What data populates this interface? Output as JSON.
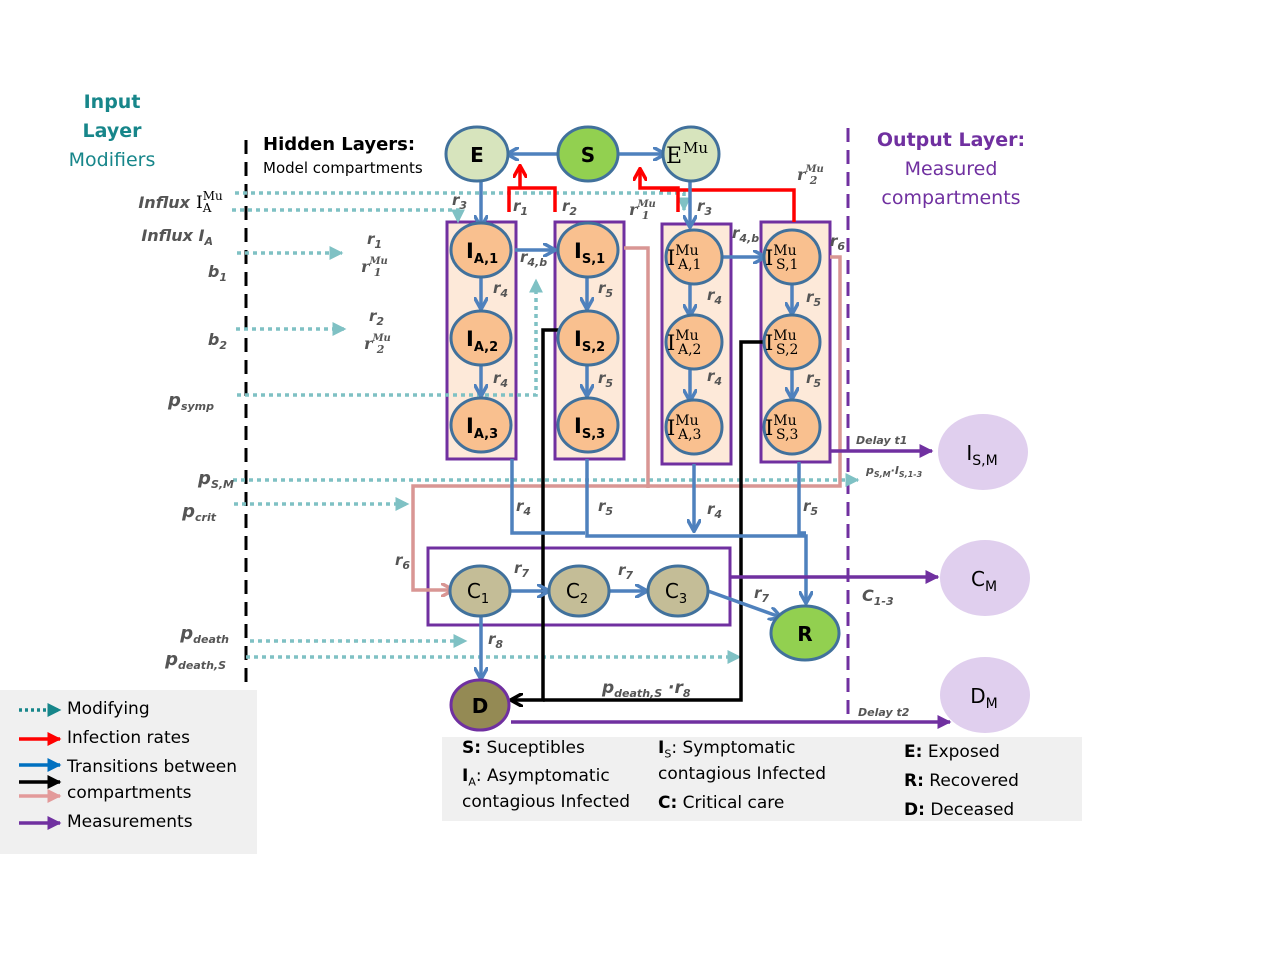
{
  "titles": {
    "input_layer_line1": "Input",
    "input_layer_line2": "Layer",
    "input_layer_line3": "Modifiers",
    "hidden_layers_bold": "Hidden Layers:",
    "hidden_layers_sub": "Model compartments",
    "output_layer_bold": "Output Layer:",
    "output_layer_line2": "Measured",
    "output_layer_line3": "compartments"
  },
  "modifiers": {
    "influx_mu": "Influx",
    "influx_mu_base": "I",
    "influx_mu_sup": "Mu",
    "influx_mu_sub": "A",
    "influx_ia": "Influx I",
    "influx_ia_sub": "A",
    "b1": "b",
    "b1_sub": "1",
    "b2": "b",
    "b2_sub": "2",
    "psymp": "p",
    "psymp_sub": "symp",
    "psm": "p",
    "psm_sub": "S,M",
    "pcrit": "p",
    "pcrit_sub": "crit",
    "pdeath": "p",
    "pdeath_sub": "death",
    "pdeaths": "p",
    "pdeaths_sub": "death,S"
  },
  "nodes": {
    "E": "E",
    "S": "S",
    "EMu": "E",
    "EMu_sup": "Mu",
    "IA1": "I",
    "IA1_sub": "A,1",
    "IA2": "I",
    "IA2_sub": "A,2",
    "IA3": "I",
    "IA3_sub": "A,3",
    "IS1": "I",
    "IS1_sub": "S,1",
    "IS2": "I",
    "IS2_sub": "S,2",
    "IS3": "I",
    "IS3_sub": "S,3",
    "IAMu1_sub": "A,1",
    "IAMu2_sub": "A,2",
    "IAMu3_sub": "A,3",
    "ISMu1_sub": "S,1",
    "ISMu2_sub": "S,2",
    "ISMu3_sub": "S,3",
    "mu_sup": "Mu",
    "I_base": "I",
    "C1": "C",
    "C1_sub": "1",
    "C2": "C",
    "C2_sub": "2",
    "C3": "C",
    "C3_sub": "3",
    "R": "R",
    "D": "D",
    "ISM": "I",
    "ISM_sub": "S,M",
    "CM": "C",
    "CM_sub": "M",
    "DM": "D",
    "DM_sub": "M"
  },
  "rates": {
    "r": "r",
    "r1": "1",
    "r2": "2",
    "r3": "3",
    "r4": "4",
    "r4b": "4,b",
    "r5": "5",
    "r6": "6",
    "r7": "7",
    "r8": "8",
    "mu": "Mu",
    "delay_t1": "Delay t1",
    "delay_t2": "Delay t2",
    "psm_measure": "p",
    "psm_measure_sub": "S,M",
    "psm_measure_mid": "·I",
    "psm_measure_sub2": "S,1-3",
    "c13": "C",
    "c13_sub": "1-3",
    "pdeaths_r8": "p",
    "pdeaths_r8_sub": "death,S",
    "pdeaths_r8_tail": " ·r",
    "pdeaths_r8_tail_sub": "8"
  },
  "legend": {
    "items": [
      {
        "label": "Modifying",
        "color": "#17868a",
        "style": "dotted"
      },
      {
        "label": "Infection rates",
        "color": "#ff0000",
        "style": "solid"
      },
      {
        "label": "Transitions between",
        "color": "#0070c0",
        "style": "solid"
      },
      {
        "label": "compartments",
        "color": "#e39a9a",
        "style": "solid"
      },
      {
        "label": "Measurements",
        "color": "#7030a0",
        "style": "solid"
      }
    ],
    "black_arrow_color": "#000000"
  },
  "key": {
    "s_abbr": "S:",
    "s_text": " Suceptibles",
    "ia_abbr": "I",
    "ia_sub": "A",
    "ia_text": ": Asymptomatic",
    "ia_text2": "contagious Infected",
    "is_abbr": "I",
    "is_sub": "S",
    "is_text": ": Symptomatic",
    "is_text2": "contagious Infected",
    "c_abbr": "C:",
    "c_text": " Critical care",
    "e_abbr": "E:",
    "e_text": " Exposed",
    "r_abbr": "R:",
    "r_text": " Recovered",
    "d_abbr": "D:",
    "d_text": " Deceased"
  },
  "colors": {
    "modifier": "#7fc1c4",
    "infection": "#ff0000",
    "transition": "#4f81bd",
    "transition_alt": "#d99694",
    "measure": "#7030a0",
    "node_orange": "#f9c08f",
    "node_green_light": "#d7e4bd",
    "node_green": "#92d050",
    "node_critical": "#c4bd97",
    "node_dead": "#948a54",
    "node_output": "#e0cfee",
    "group_fill": "#fde9d9",
    "teal_title": "#17868a",
    "purple_title": "#7030a0"
  }
}
